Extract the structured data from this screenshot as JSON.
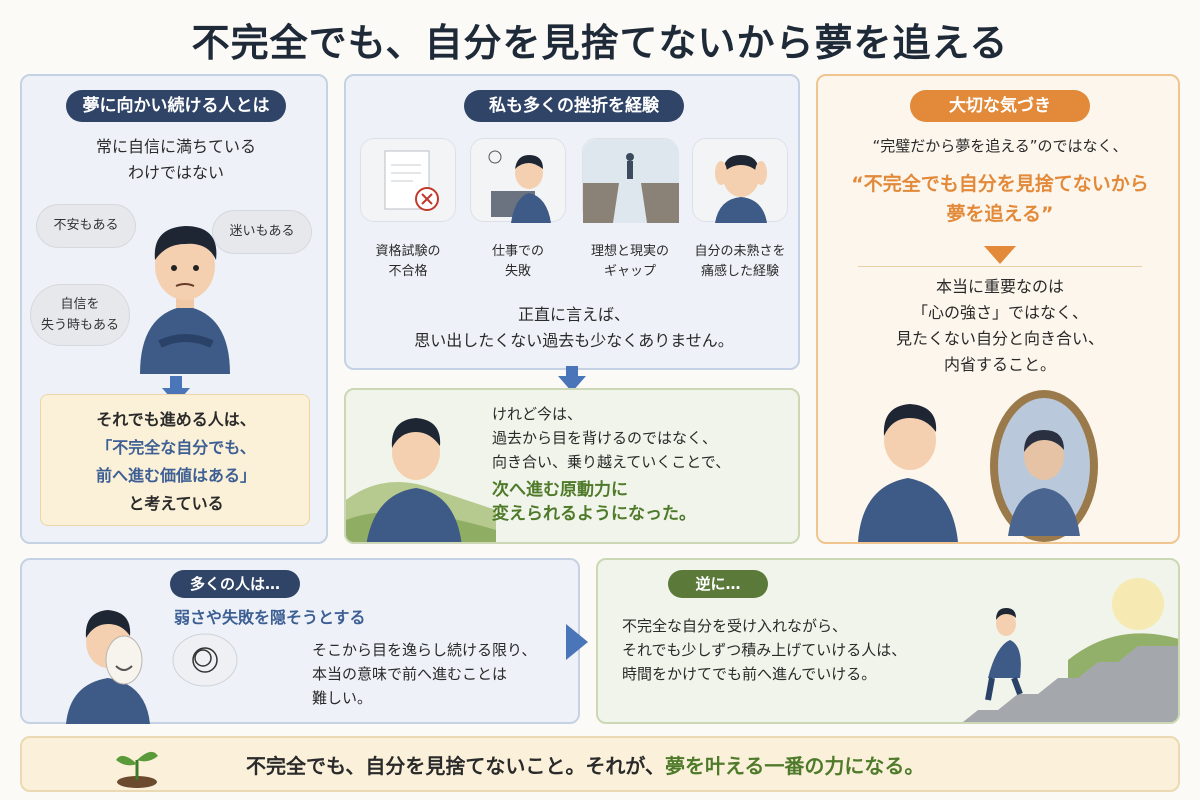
{
  "title": "不完全でも、自分を見捨てないから夢を追える",
  "panel1": {
    "header": "夢に向かい続ける人とは",
    "intro_line1": "常に自信に満ちている",
    "intro_line2": "わけではない",
    "cloud1": "不安もある",
    "cloud2": "迷いもある",
    "cloud3_line1": "自信を",
    "cloud3_line2": "失う時もある",
    "box_line1": "それでも進める人は、",
    "box_line2": "「不完全な自分でも、",
    "box_line3": "前へ進む価値はある」",
    "box_line4": "と考えている"
  },
  "panel2": {
    "header": "私も多くの挫折を経験",
    "items": [
      {
        "line1": "資格試験の",
        "line2": "不合格"
      },
      {
        "line1": "仕事での",
        "line2": "失敗"
      },
      {
        "line1": "理想と現実の",
        "line2": "ギャップ"
      },
      {
        "line1": "自分の未熟さを",
        "line2": "痛感した経験"
      }
    ],
    "note_line1": "正直に言えば、",
    "note_line2": "思い出したくない過去も少なくありません。"
  },
  "panel3": {
    "line1": "けれど今は、",
    "line2": "過去から目を背けるのではなく、",
    "line3": "向き合い、乗り越えていくことで、",
    "highlight1": "次へ進む原動力に",
    "highlight2": "変えられるようになった。"
  },
  "panel4": {
    "header": "大切な気づき",
    "quote1": "“完璧だから夢を追える”のではなく、",
    "quote2_line1": "“不完全でも自分を見捨てないから",
    "quote2_line2": "夢を追える”",
    "body_line1": "本当に重要なのは",
    "body_line2": "「心の強さ」ではなく、",
    "body_line3": "見たくない自分と向き合い、",
    "body_line4": "内省すること。"
  },
  "panel5": {
    "header": "多くの人は…",
    "subhead": "弱さや失敗を隠そうとする",
    "line1": "そこから目を逸らし続ける限り、",
    "line2": "本当の意味で前へ進むことは",
    "line3": "難しい。"
  },
  "panel6": {
    "header": "逆に…",
    "line1": "不完全な自分を受け入れながら、",
    "line2": "それでも少しずつ積み上げていける人は、",
    "line3": "時間をかけてでも前へ進んでいける。"
  },
  "bottom": {
    "text_main": "不完全でも、自分を見捨てないこと。それが、",
    "text_highlight": "夢を叶える一番の力になる。"
  },
  "colors": {
    "navy": "#2f4466",
    "accent_orange": "#e28a3a",
    "accent_green": "#4f7a2a",
    "accent_blue": "#3d5f94"
  }
}
